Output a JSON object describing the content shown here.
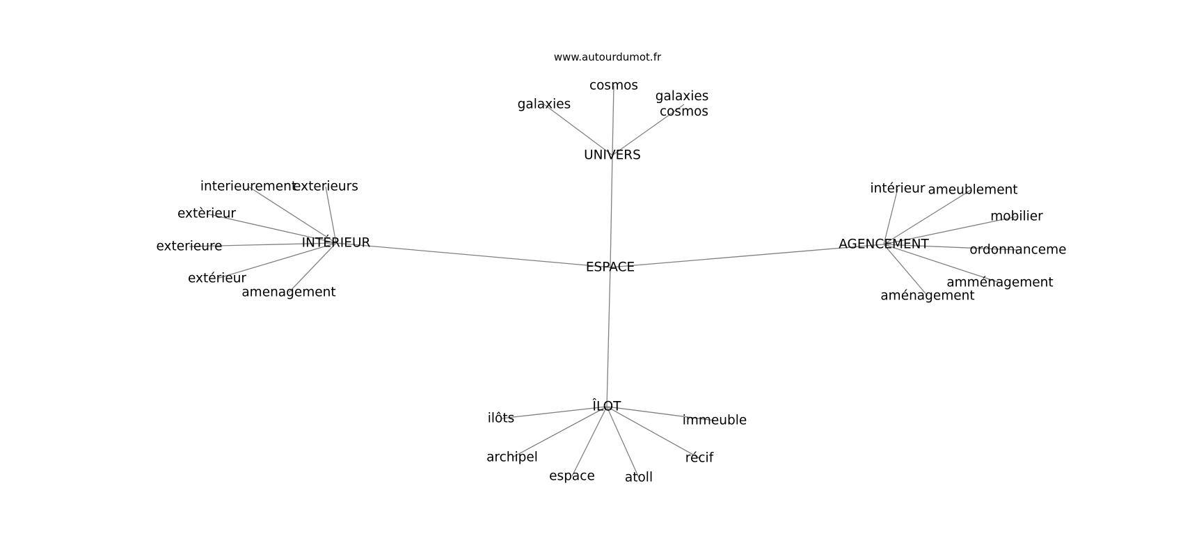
{
  "source": "www.autourdumot.fr",
  "center": "ESPACE",
  "clusters": [
    {
      "hub": "UNIVERS",
      "words": [
        "galaxies",
        "cosmos",
        "galaxies cosmos"
      ]
    },
    {
      "hub": "INTÉRIEUR",
      "words": [
        "interieurement",
        "exterieurs",
        "extèrieur",
        "exterieure",
        "extérieur",
        "amenagement"
      ]
    },
    {
      "hub": "AGENCEMENT",
      "words": [
        "intérieur",
        "ameublement",
        "mobilier",
        "ordonnanceme",
        "amménagement",
        "aménagement"
      ]
    },
    {
      "hub": "ÎLOT",
      "words": [
        "ilôts",
        "immeuble",
        "archipel",
        "récif",
        "espace",
        "atoll"
      ]
    }
  ],
  "colors": {
    "edge": "#808080",
    "text": "#000000",
    "background": "#ffffff"
  }
}
